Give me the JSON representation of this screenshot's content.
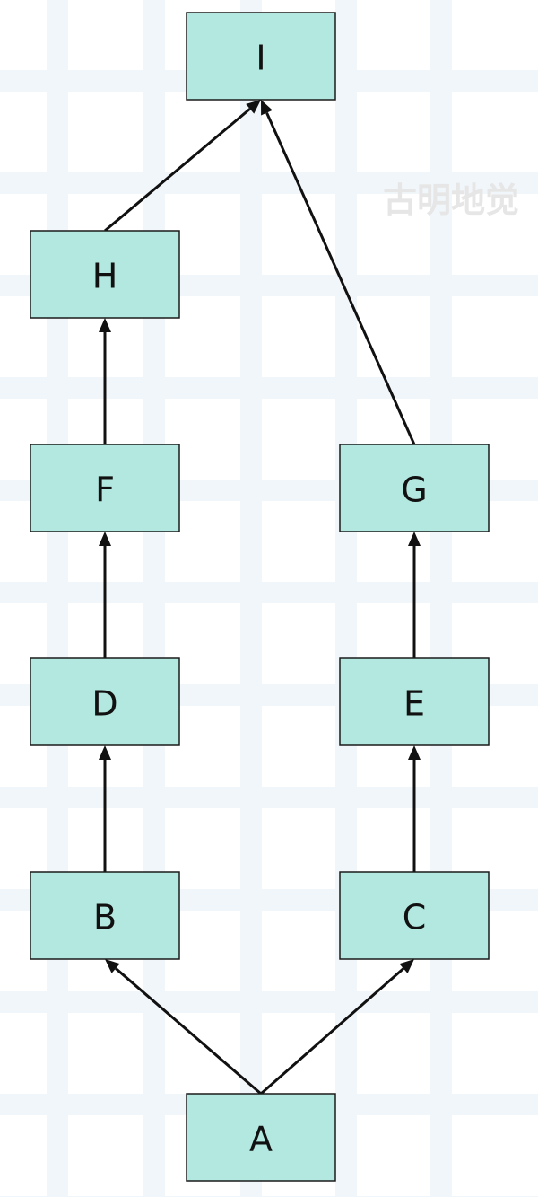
{
  "diagram": {
    "nodes": [
      {
        "id": "I",
        "label": "I"
      },
      {
        "id": "H",
        "label": "H"
      },
      {
        "id": "F",
        "label": "F"
      },
      {
        "id": "G",
        "label": "G"
      },
      {
        "id": "D",
        "label": "D"
      },
      {
        "id": "E",
        "label": "E"
      },
      {
        "id": "B",
        "label": "B"
      },
      {
        "id": "C",
        "label": "C"
      },
      {
        "id": "A",
        "label": "A"
      }
    ],
    "edges": [
      {
        "from": "A",
        "to": "B"
      },
      {
        "from": "A",
        "to": "C"
      },
      {
        "from": "B",
        "to": "D"
      },
      {
        "from": "C",
        "to": "E"
      },
      {
        "from": "D",
        "to": "F"
      },
      {
        "from": "E",
        "to": "G"
      },
      {
        "from": "F",
        "to": "H"
      },
      {
        "from": "H",
        "to": "I"
      },
      {
        "from": "G",
        "to": "I"
      }
    ],
    "node_fill": "#b3e8e0",
    "node_stroke": "#1a1a1a",
    "edge_color": "#111111"
  },
  "watermark": {
    "text": "古明地觉"
  }
}
